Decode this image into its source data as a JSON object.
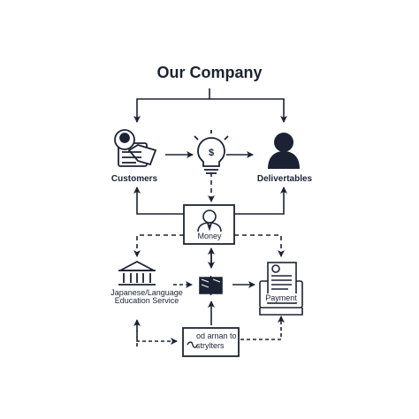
{
  "title": "Our Company",
  "nodes": {
    "customers": {
      "label": "Customers",
      "icon": "customer-support-icon"
    },
    "idea": {
      "icon": "lightbulb-dollar-icon"
    },
    "deliverables": {
      "label": "Delivertables",
      "icon": "person-icon"
    },
    "money": {
      "label": "Money",
      "icon": "person-with-tie-icon"
    },
    "education": {
      "label_line1": "Japanese/Language",
      "label_line2": "Education Service",
      "icon": "bank-building-icon"
    },
    "books": {
      "icon": "book-icon"
    },
    "payment": {
      "label": "Payment",
      "icon": "invoice-document-icon"
    },
    "bottom": {
      "label_line1": "od arnan to",
      "label_line2": "strylters",
      "icon": "scribble-icon"
    }
  },
  "colors": {
    "ink": "#1b2233",
    "background": "#ffffff"
  }
}
